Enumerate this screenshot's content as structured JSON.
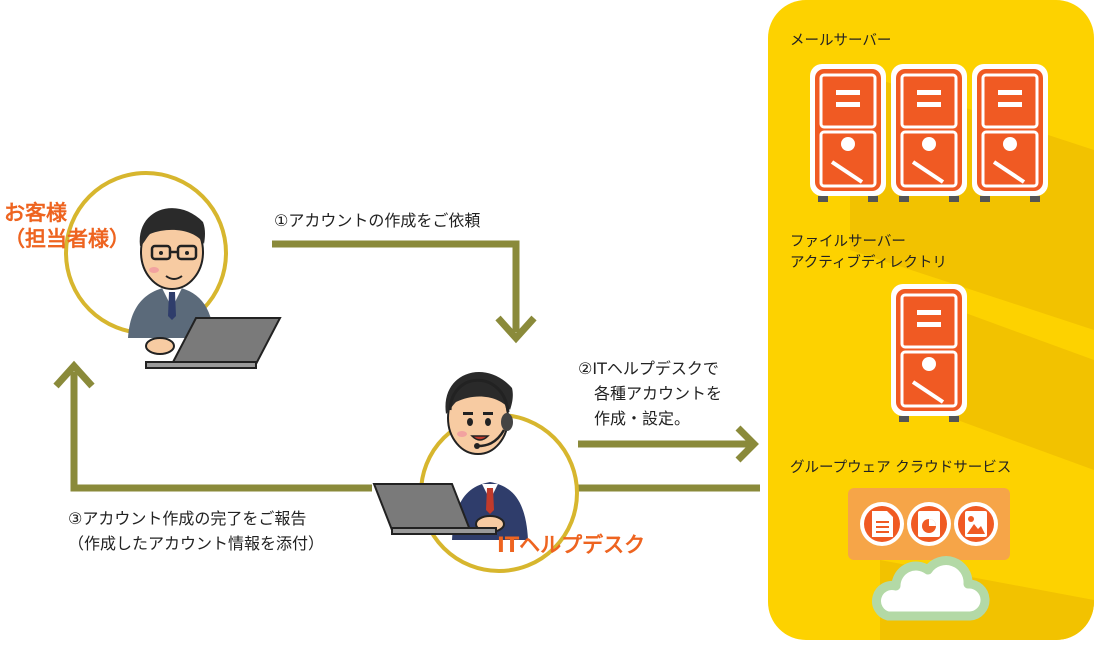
{
  "customer": {
    "label": "お客様\n（担当者様）"
  },
  "helpdesk": {
    "label": "ITヘルプデスク"
  },
  "steps": {
    "step1": "①アカウントの作成をご依頼",
    "step2": "②ITヘルプデスクで\n　各種アカウントを\n　作成・設定。",
    "step3": "③アカウント作成の完了をご報告\n（作成したアカウント情報を添付）"
  },
  "services": {
    "mail": "メールサーバー",
    "file": "ファイルサーバー\nアクティブディレクトリ",
    "groupware": "グループウェア クラウドサービス"
  },
  "colors": {
    "arrow": "#8a8a3a",
    "panel": "#fdd200",
    "server": "#f05a23",
    "accent": "#ee6420",
    "ring": "#d7b62e"
  },
  "icons": {
    "server": "server-tower-icon",
    "document": "document-icon",
    "pie_chart": "pie-chart-icon",
    "image": "image-icon",
    "cloud": "cloud-icon"
  }
}
